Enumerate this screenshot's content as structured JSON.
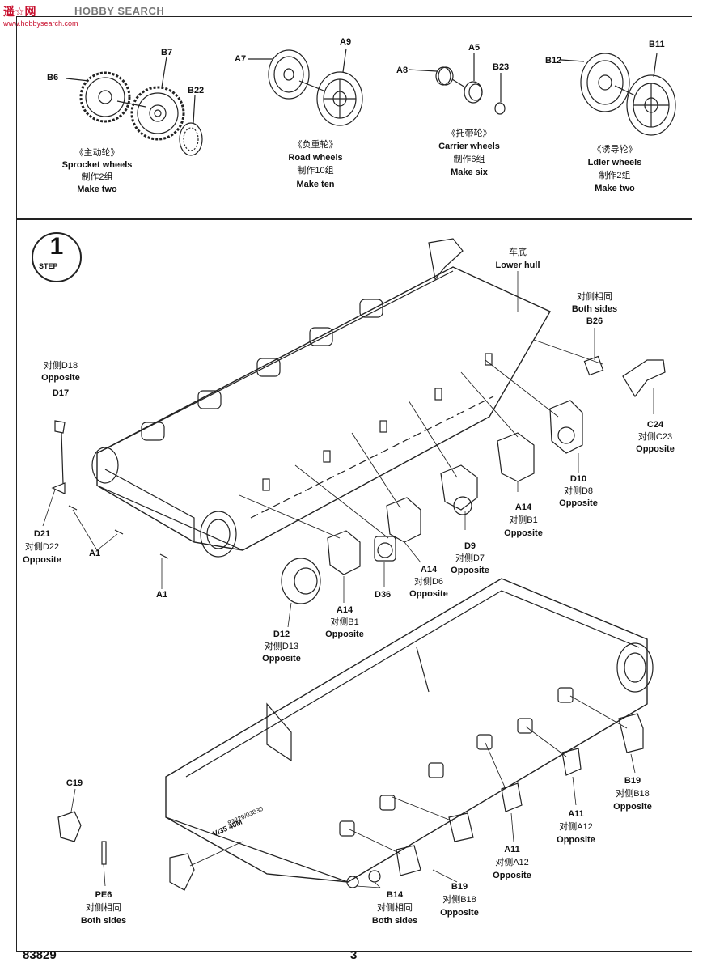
{
  "watermark": {
    "logo": "遥☆网",
    "brand": "HOBBY SEARCH",
    "url": "www.hobbysearch.com"
  },
  "top_panel": {
    "sprocket": {
      "parts": [
        "B6",
        "B7",
        "B22"
      ],
      "cn": "《主动轮》",
      "en": "Sprocket wheels",
      "qty_cn": "制作2组",
      "qty_en": "Make two"
    },
    "road": {
      "parts": [
        "A7",
        "A9"
      ],
      "cn": "《负重轮》",
      "en": "Road wheels",
      "qty_cn": "制作10组",
      "qty_en": "Make ten"
    },
    "carrier": {
      "parts": [
        "A8",
        "A5",
        "B23"
      ],
      "cn": "《托带轮》",
      "en": "Carrier wheels",
      "qty_cn": "制作6组",
      "qty_en": "Make six"
    },
    "idler": {
      "parts": [
        "B12",
        "B11"
      ],
      "cn": "《诱导轮》",
      "en": "Ldler wheels",
      "qty_cn": "制作2组",
      "qty_en": "Make two"
    }
  },
  "step": {
    "number": "1",
    "label": "STEP"
  },
  "callouts": {
    "lower_hull_cn": "车底",
    "lower_hull_en": "Lower hull",
    "both_sides_cn": "对侧相同",
    "both_sides_en": "Both sides",
    "b26": "B26",
    "opposite_d18_cn": "对侧D18",
    "opposite_en": "Opposite",
    "d17": "D17",
    "c24": "C24",
    "opposite_c23_cn": "对侧C23",
    "d10": "D10",
    "opposite_d8_cn": "对侧D8",
    "a14_right": "A14",
    "opposite_b1_cn": "对侧B1",
    "d9": "D9",
    "opposite_d7_cn": "对侧D7",
    "a14_mid": "A14",
    "opposite_d6_cn": "对侧D6",
    "d21": "D21",
    "opposite_d22_cn": "对侧D22",
    "a1_upper": "A1",
    "a1_lower": "A1",
    "d36": "D36",
    "a14_left": "A14",
    "opposite_b1_left_cn": "对侧B1",
    "d12": "D12",
    "opposite_d13_cn": "对侧D13",
    "b19_right": "B19",
    "opposite_b18_cn": "对侧B18",
    "a11_right": "A11",
    "opposite_a12_cn": "对侧A12",
    "a11_mid": "A11",
    "opposite_a12_mid_cn": "对侧A12",
    "c19": "C19",
    "pe6": "PE6",
    "pe6_both_cn": "对侧相同",
    "pe6_both_en": "Both sides",
    "b14": "B14",
    "b14_both_cn": "对侧相同",
    "b14_both_en": "Both sides",
    "b19_bottom": "B19",
    "opposite_b18_bottom_cn": "对侧B18",
    "hull_marking_1": "V/35 40M",
    "hull_marking_2": "83829/03830"
  },
  "footer": {
    "product_code": "83829",
    "page_number": "3"
  }
}
